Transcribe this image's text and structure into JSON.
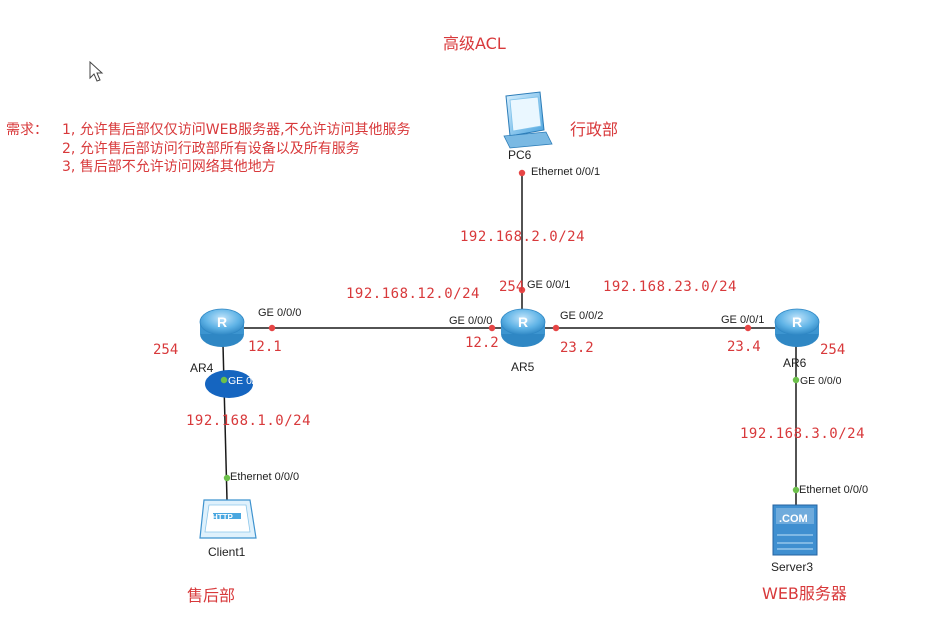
{
  "title": "高级ACL",
  "requirements": {
    "prefix": "需求：",
    "lines": [
      "1, 允许售后部仅仅访问WEB服务器,不允许访问其他服务",
      "2, 允许售后部访问行政部所有设备以及所有服务",
      "3, 售后部不允许访问网络其他地方"
    ]
  },
  "departments": {
    "admin": "行政部",
    "sales": "售后部",
    "web": "WEB服务器"
  },
  "devices": {
    "pc6": "PC6",
    "ar4": "AR4",
    "ar5": "AR5",
    "ar6": "AR6",
    "client1": "Client1",
    "server3": "Server3"
  },
  "subnets": {
    "pc_lan": "192.168.2.0/24",
    "ar4_ar5": "192.168.12.0/24",
    "ar5_ar6": "192.168.23.0/24",
    "client_lan": "192.168.1.0/24",
    "server_lan": "192.168.3.0/24"
  },
  "ports": {
    "pc6_eth": "Ethernet 0/0/1",
    "ar5_g001": "GE 0/0/1",
    "ar4_g000": "GE 0/0/0",
    "ar5_g000": "GE 0/0/0",
    "ar5_g002": "GE 0/0/2",
    "ar6_g001": "GE 0/0/1",
    "ar4_g001": "GE 0/0/1",
    "ar6_g000": "GE 0/0/0",
    "client_eth": "Ethernet 0/0/0",
    "server_eth": "Ethernet 0/0/0"
  },
  "addresses": {
    "ar5_g001_host": "254",
    "ar4_g000_host": "12.1",
    "ar5_g000_host": "12.2",
    "ar5_g002_host": "23.2",
    "ar6_g001_host": "23.4",
    "ar4_g001_host": "254",
    "ar6_g000_host": "254"
  },
  "server_icon_text": ".COM",
  "client_icon_text": "HTTP",
  "colors": {
    "annotation": "#d8393b",
    "link": "#1a1a1a",
    "port_dot_red": "#e64545",
    "port_dot_green": "#6cc04a",
    "router": "#4aa7e0",
    "highlight": "#1565c0"
  }
}
